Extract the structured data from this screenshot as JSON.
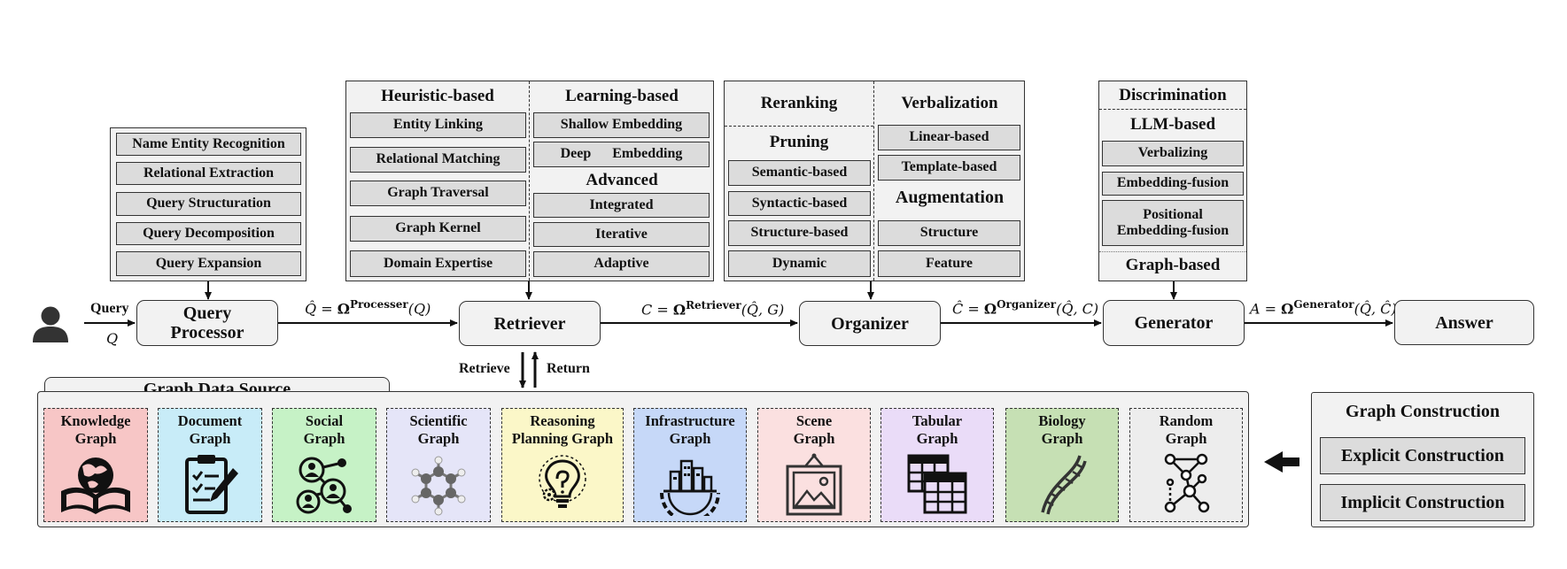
{
  "query_processor": {
    "methods": [
      "Name Entity Recognition",
      "Relational Extraction",
      "Query Structuration",
      "Query Decomposition",
      "Query Expansion"
    ],
    "stage_label_1": "Query",
    "stage_label_2": "Processor",
    "input_label": "Query",
    "input_symbol": "Q",
    "formula_lhs": "Q̂ = ",
    "formula_omega": "Ω",
    "formula_sup": "Processer",
    "formula_args": "(Q)"
  },
  "retriever": {
    "heuristic_title": "Heuristic-based",
    "heuristic_items": [
      "Entity Linking",
      "Relational Matching",
      "Graph Traversal",
      "Graph Kernel",
      "Domain Expertise"
    ],
    "learning_title": "Learning-based",
    "learning_items": [
      "Shallow Embedding",
      "Deep      Embedding"
    ],
    "advanced_title": "Advanced",
    "advanced_items": [
      "Integrated",
      "Iterative",
      "Adaptive"
    ],
    "stage_label": "Retriever",
    "formula_lhs": "C = ",
    "formula_omega": "Ω",
    "formula_sup": "Retriever",
    "formula_args": "(Q̂, G)",
    "retrieve_label": "Retrieve",
    "return_label": "Return"
  },
  "organizer": {
    "reranking_title": "Reranking",
    "pruning_title": "Pruning",
    "pruning_items": [
      "Semantic-based",
      "Syntactic-based",
      "Structure-based",
      "Dynamic"
    ],
    "verbalization_title": "Verbalization",
    "verbalization_items": [
      "Linear-based",
      "Template-based"
    ],
    "augmentation_title": "Augmentation",
    "augmentation_items": [
      "Structure",
      "Feature"
    ],
    "stage_label": "Organizer",
    "formula_lhs": "Ĉ = ",
    "formula_omega": "Ω",
    "formula_sup": "Organizer",
    "formula_args": "(Q̂, C)"
  },
  "generator": {
    "discrimination_title": "Discrimination",
    "llm_title": "LLM-based",
    "llm_items": [
      "Verbalizing",
      "Embedding-fusion",
      "Positional Embedding-fusion"
    ],
    "graph_title": "Graph-based",
    "stage_label": "Generator",
    "formula_lhs": "A = ",
    "formula_omega": "Ω",
    "formula_sup": "Generator",
    "formula_args": "(Q̂, Ĉ)"
  },
  "answer": {
    "label": "Answer"
  },
  "graph_data_source": {
    "title": "Graph Data Source",
    "sources": [
      {
        "line1": "Knowledge",
        "line2": "Graph",
        "color": "#f7c6c6",
        "icon": "globe-book-icon"
      },
      {
        "line1": "Document",
        "line2": "Graph",
        "color": "#c8ecf8",
        "icon": "clipboard-pen-icon"
      },
      {
        "line1": "Social",
        "line2": "Graph",
        "color": "#c6f2c6",
        "icon": "people-network-icon"
      },
      {
        "line1": "Scientific",
        "line2": "Graph",
        "color": "#e5e5f8",
        "icon": "molecule-icon"
      },
      {
        "line1": "Reasoning",
        "line2": "Planning Graph",
        "color": "#fbf7c8",
        "icon": "lightbulb-gear-icon"
      },
      {
        "line1": "Infrastructure",
        "line2": "Graph",
        "color": "#c6d8f8",
        "icon": "city-gear-icon"
      },
      {
        "line1": "Scene",
        "line2": "Graph",
        "color": "#fbe0e0",
        "icon": "picture-frame-icon"
      },
      {
        "line1": "Tabular",
        "line2": "Graph",
        "color": "#eadcf8",
        "icon": "table-icon"
      },
      {
        "line1": "Biology",
        "line2": "Graph",
        "color": "#c6e0b4",
        "icon": "dna-icon"
      },
      {
        "line1": "Random",
        "line2": "Graph",
        "color": "#ededed",
        "icon": "random-graph-icon"
      }
    ]
  },
  "graph_construction": {
    "title": "Graph Construction",
    "items": [
      "Explicit Construction",
      "Implicit Construction"
    ]
  }
}
